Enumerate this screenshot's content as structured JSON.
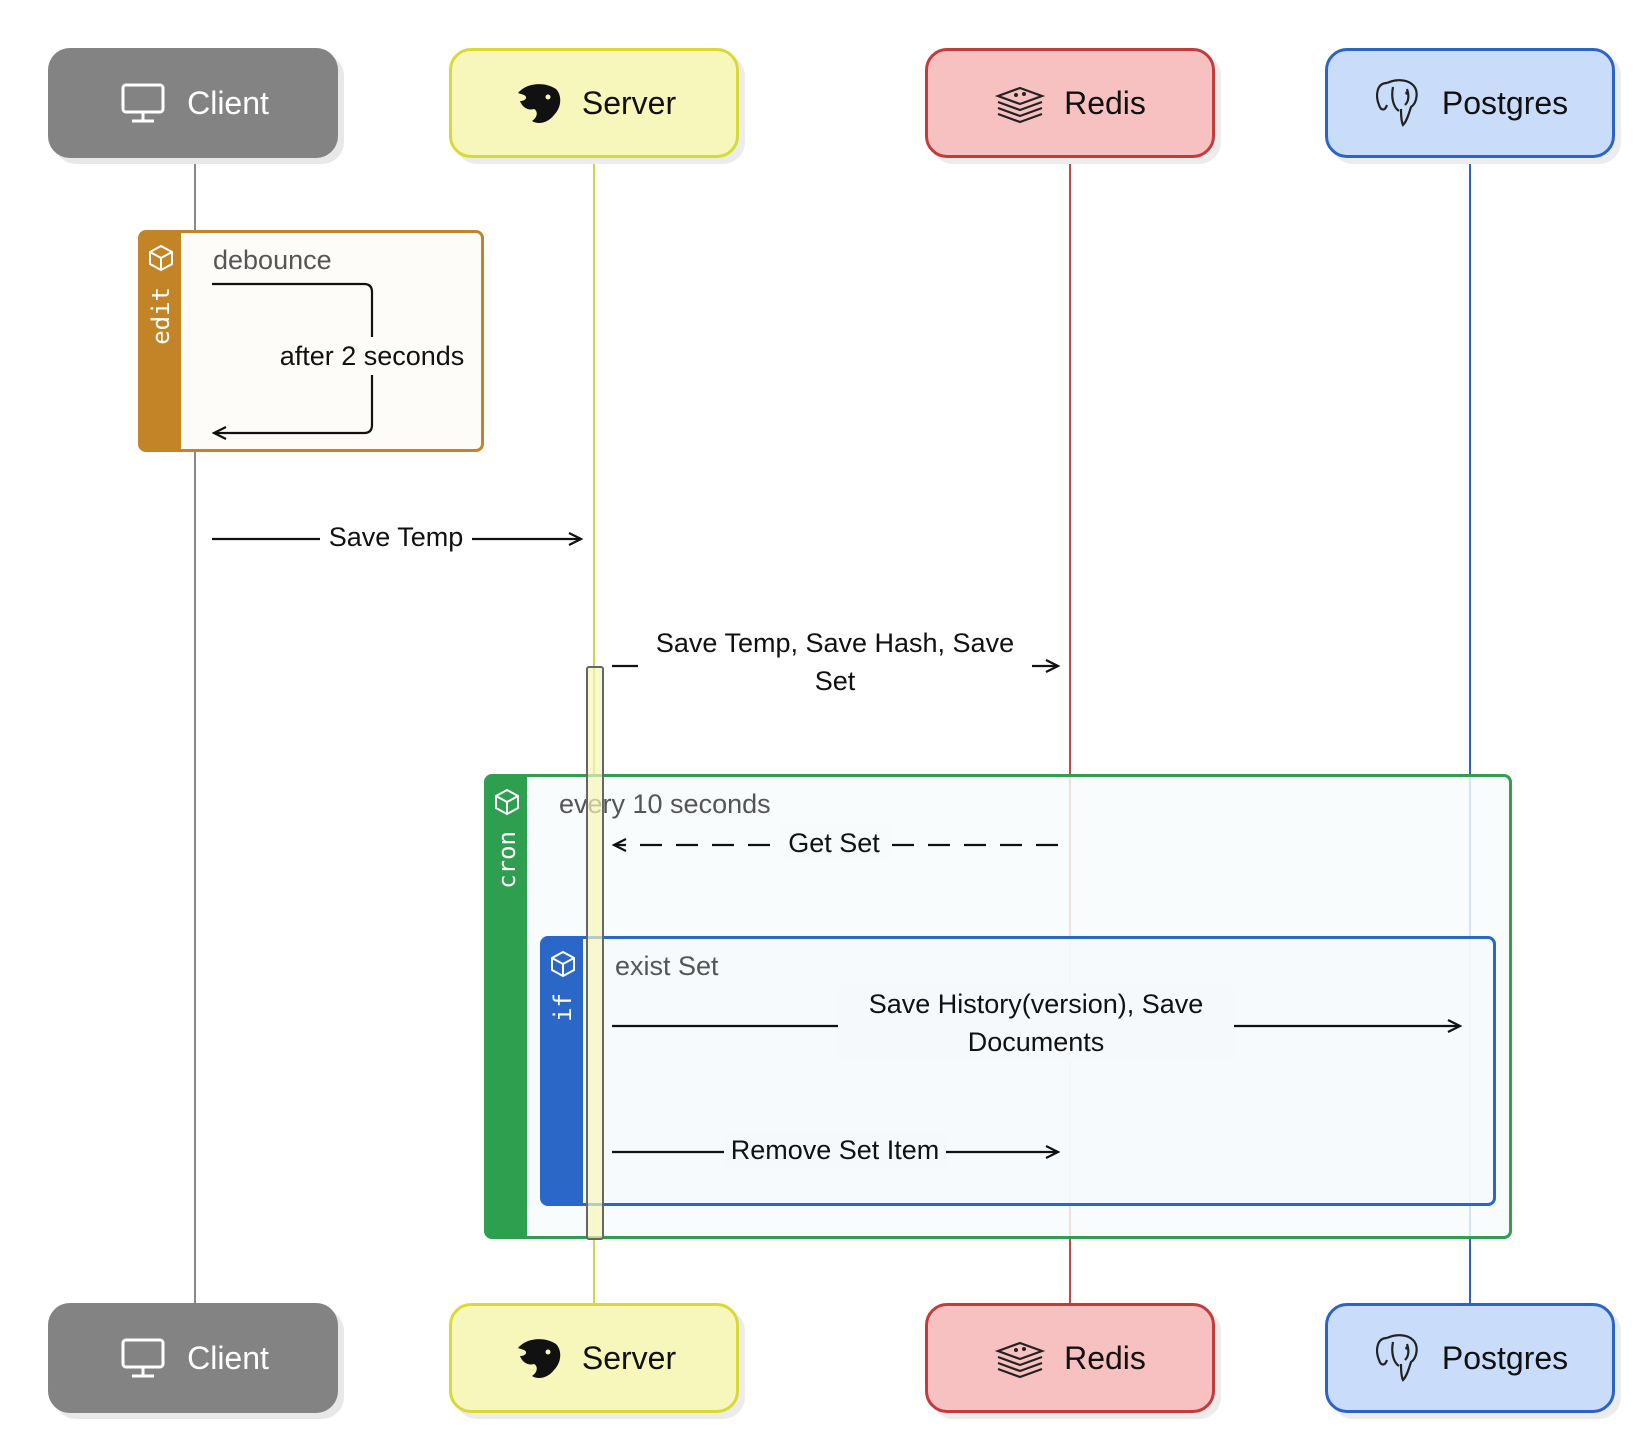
{
  "actors": {
    "client": {
      "label": "Client",
      "icon": "monitor-icon",
      "color": "#838383",
      "text_color": "#ffffff"
    },
    "server": {
      "label": "Server",
      "icon": "nestjs-logo-icon",
      "color": "#f7f7bc",
      "border": "#d9d936",
      "text_color": "#111111"
    },
    "redis": {
      "label": "Redis",
      "icon": "redis-stack-icon",
      "color": "#f8c1c1",
      "border": "#c23c3c",
      "text_color": "#111111"
    },
    "postgres": {
      "label": "Postgres",
      "icon": "postgres-elephant-icon",
      "color": "#c9ddfb",
      "border": "#2b64c5",
      "text_color": "#111111"
    }
  },
  "frames": {
    "edit": {
      "title": "edit",
      "condition": "debounce",
      "color": "#c38427",
      "icon": "cube-icon"
    },
    "cron": {
      "title": "cron",
      "condition": "every 10 seconds",
      "color": "#2e9e4f",
      "icon": "cube-icon"
    },
    "if": {
      "title": "if",
      "condition": "exist Set",
      "color": "#2a67c6",
      "icon": "cube-icon"
    }
  },
  "messages": {
    "self_delay": "after 2 seconds",
    "save_temp": "Save Temp",
    "save_temp_hash_set": "Save Temp, Save Hash, Save Set",
    "get_set": "Get Set",
    "save_history": "Save History(version), Save Documents",
    "remove_set_item": "Remove Set Item"
  }
}
